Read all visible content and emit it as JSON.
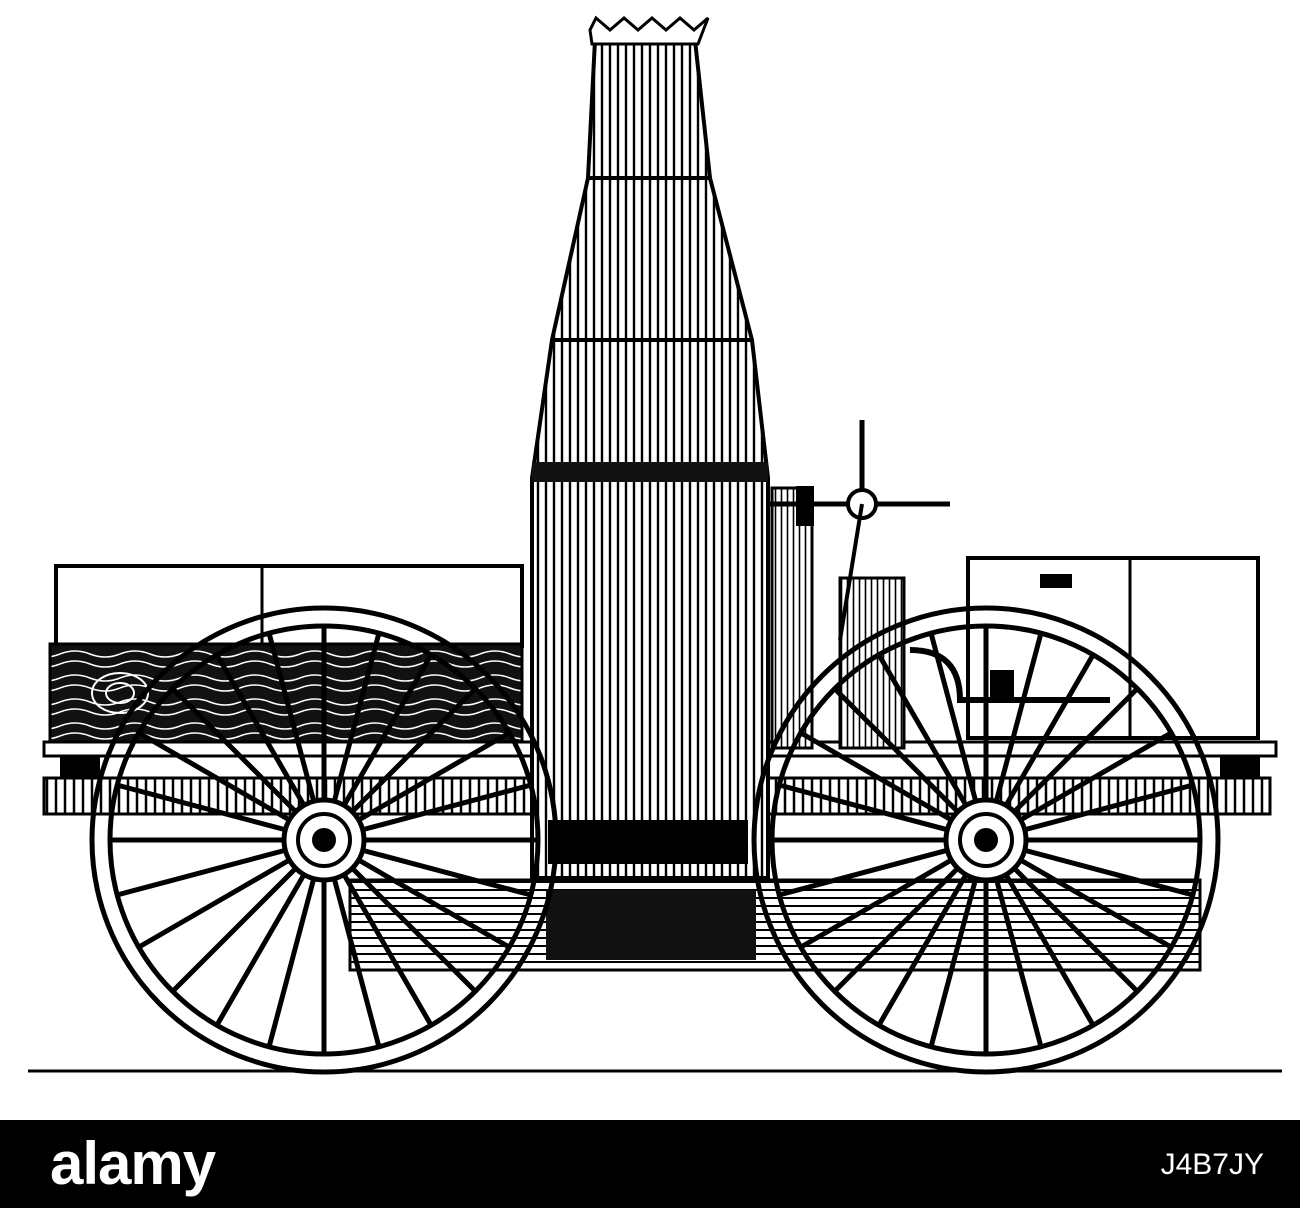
{
  "image": {
    "subject": "steam-locomotive-engraving",
    "background_color": "#ffffff",
    "ink_color": "#000000"
  },
  "watermark": {
    "brand": "alamy",
    "image_code": "J4B7JY",
    "bar_color": "#000000",
    "text_color": "#ffffff"
  }
}
